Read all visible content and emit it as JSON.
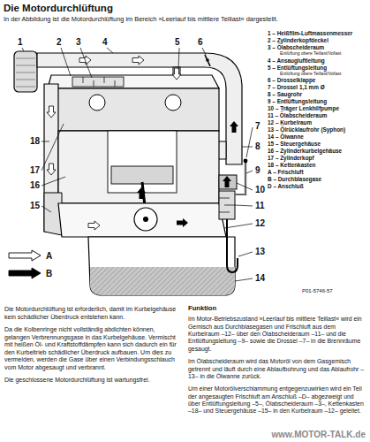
{
  "diagram": {
    "title": "Die Motordurchlüftung",
    "labels": [
      "In der Abbildung ist die Motordurchlüftung im Bereich »Leerlauf bis mittlere Teillast« dargestellt.",
      "1",
      "2",
      "3",
      "4",
      "5",
      "6",
      "7",
      "8",
      "9",
      "10",
      "11",
      "12",
      "13",
      "14",
      "15",
      "16",
      "17",
      "18",
      "1 – Heißfilm-Luftmassenmesser",
      "2 – Zylinderkopfdeckel",
      "3 – Ölabscheideraum",
      "Entlüftung obere Teillast/Vollast",
      "4 – Ansaugluftleitung",
      "5 – Entlüftungsleitung",
      "Entlüftung obere Teillast/Vollast",
      "6 – Drosselklappe",
      "7 – Drossel 1,1 mm Ø",
      "8 – Saugrohr",
      "9 – Entlüftungsleitung",
      "10 – Träger Lenkhilfpumpe",
      "11 – Ölabscheideraum",
      "12 – Kurbelraum",
      "13 – Ölrücklaufrohr (Syphon)",
      "14 – Ölwanne",
      "15 – Steuergehäuse",
      "16 – Zylinderkurbelgehäuse",
      "17 – Zylinderkopf",
      "18 – Kettenkasten",
      "A – Frischluft",
      "B – Durchblasegase",
      "D – Anschluß",
      "P01-5746-57",
      "Die Motordurchlüftung ist erforderlich, damit im Kurbelgehäuse kein schädlicher Überdruck entstehen kann.",
      "Da die Kolbenringe nicht vollständig abdichten können, gelangen Verbrennungsgase in das Kurbelgehäuse. Vermischt mit heißen Öl- und Kraftstoffdämpfen kann sich dadurch ein für den Kurbeltrieb schädlicher Überdruck aufbauen. Um dies zu vermeiden, werden die Gase über einen Verbindungsschlauch vom Motor abgesaugt und verbrannt.",
      "Die geschlossene Motordurchlüftung ist wartungsfrei.",
      "Funktion",
      "Im Motor-Betriebszustand »Leerlauf bis mittlere Teillast« wird ein Gemisch aus Durchblasegasen und Frischluft aus dem Kurbelraum –12– über den Ölabscheideraum –11– und die Entlüftungsleitung –9– sowie die Drossel –7– in die Brennräume gesaugt.",
      "Im Ölabscheideraum wird das Motoröl von dem Gasgemisch getrennt und läuft durch eine Ablaufbohrung und das Ablaufrohr –13– in die Ölwanne zurück.",
      "Um einer Motorölverschlammung entgegenzuwirken wird ein Teil der angesaugten Frischluft am Anschluß –D– abgezweigt und über Entlüftungsleitung –5–, Ölabscheideraum –3–, Kettenkasten –18– und Steuergehäuse –15– in den Kurbelraum –12– geleitet.",
      "www.MOTOR-TALK.de"
    ],
    "legend": [
      {
        "text": "A"
      },
      {
        "text": "B"
      }
    ]
  }
}
